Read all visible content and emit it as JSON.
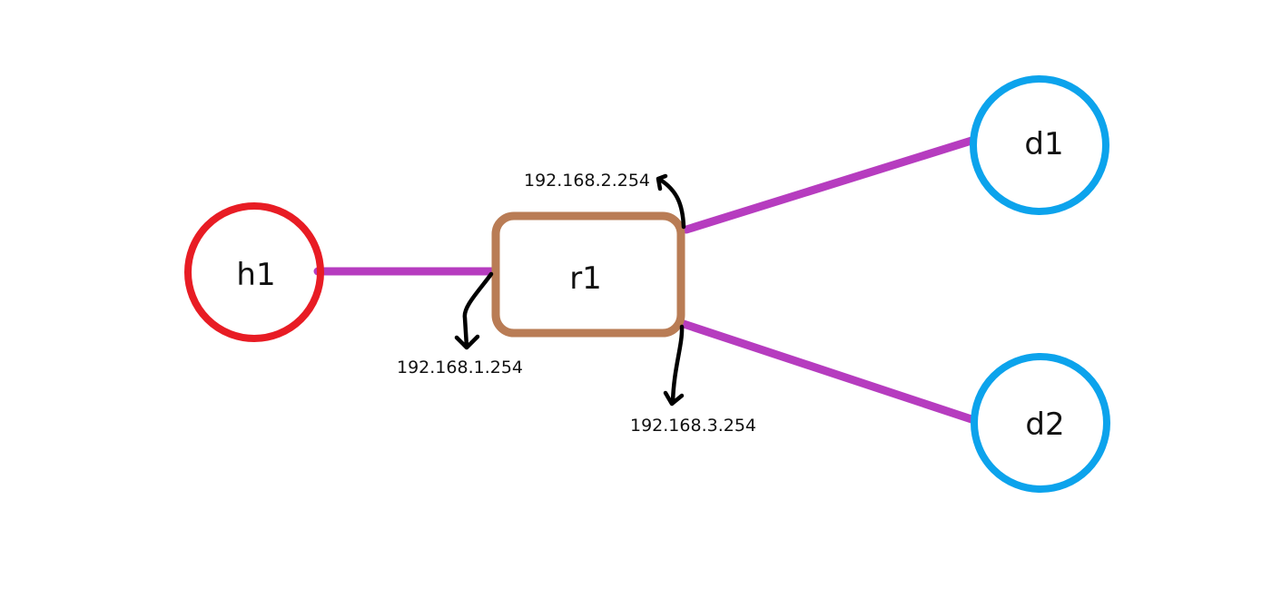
{
  "colors": {
    "background": "#ffffff",
    "host_outline": "#e81c24",
    "router_outline": "#b97c55",
    "destination_outline": "#0ca3ec",
    "link": "#b63cbf",
    "arrow": "#000000",
    "text": "#111111"
  },
  "nodes": {
    "h1": {
      "label": "h1",
      "shape": "circle"
    },
    "r1": {
      "label": "r1",
      "shape": "rounded-rectangle"
    },
    "d1": {
      "label": "d1",
      "shape": "circle"
    },
    "d2": {
      "label": "d2",
      "shape": "circle"
    }
  },
  "links": [
    {
      "from": "h1",
      "to": "r1"
    },
    {
      "from": "r1",
      "to": "d1"
    },
    {
      "from": "r1",
      "to": "d2"
    }
  ],
  "interfaces": {
    "r1_h1": {
      "ip": "192.168.1.254"
    },
    "r1_d1": {
      "ip": "192.168.2.254"
    },
    "r1_d2": {
      "ip": "192.168.3.254"
    }
  }
}
